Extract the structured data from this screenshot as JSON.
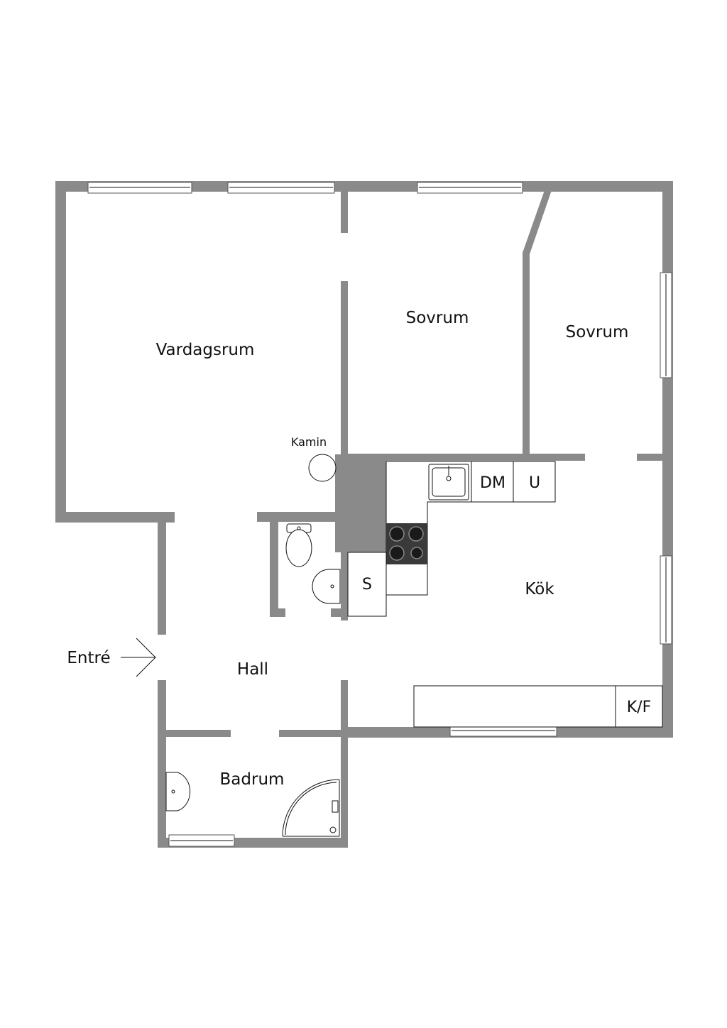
{
  "rooms": {
    "vardagsrum": "Vardagsrum",
    "sovrum_1": "Sovrum",
    "sovrum_2": "Sovrum",
    "kok": "Kök",
    "hall": "Hall",
    "badrum": "Badrum"
  },
  "labels": {
    "kamin": "Kamin",
    "entre": "Entré"
  },
  "appliances": {
    "dishwasher": "DM",
    "oven": "U",
    "storage": "S",
    "fridge_freezer": "K/F"
  },
  "colors": {
    "wall": "#8a8a8a",
    "background": "#ffffff",
    "line": "#111111"
  }
}
